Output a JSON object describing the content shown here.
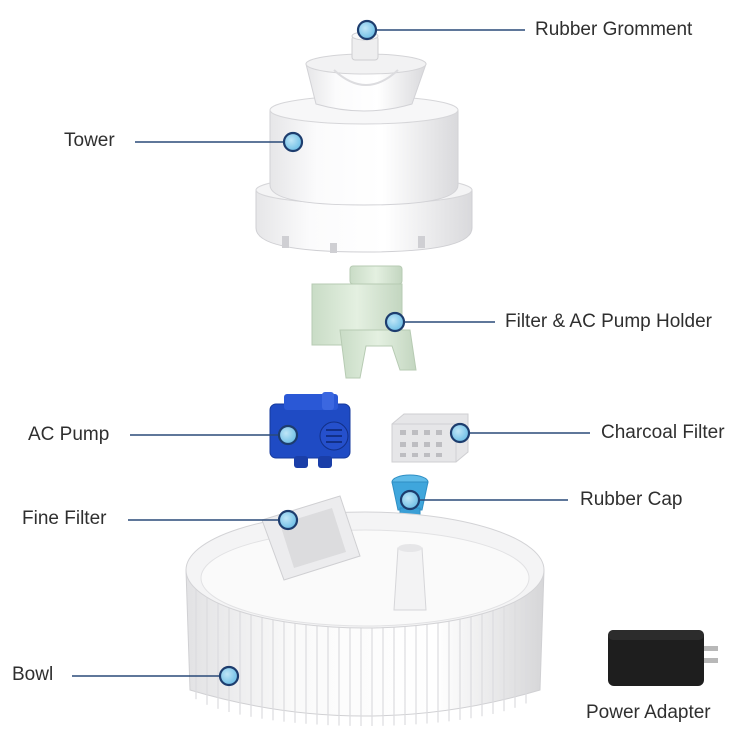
{
  "labels": {
    "rubber_grommet": "Rubber Gromment",
    "tower": "Tower",
    "pump_holder": "Filter & AC Pump Holder",
    "ac_pump": "AC Pump",
    "charcoal_filter": "Charcoal Filter",
    "rubber_cap": "Rubber Cap",
    "fine_filter": "Fine Filter",
    "bowl": "Bowl",
    "power_adapter": "Power Adapter"
  },
  "colors": {
    "leader_line": "#2a4a78",
    "marker_fill": "#7fc8ec",
    "marker_ring": "#1d3d6e",
    "pump_body": "#1f4bc4",
    "cap_blue": "#3fa6dc",
    "holder_green": "#dcebd9",
    "adapter_black": "#1e1e1e"
  }
}
